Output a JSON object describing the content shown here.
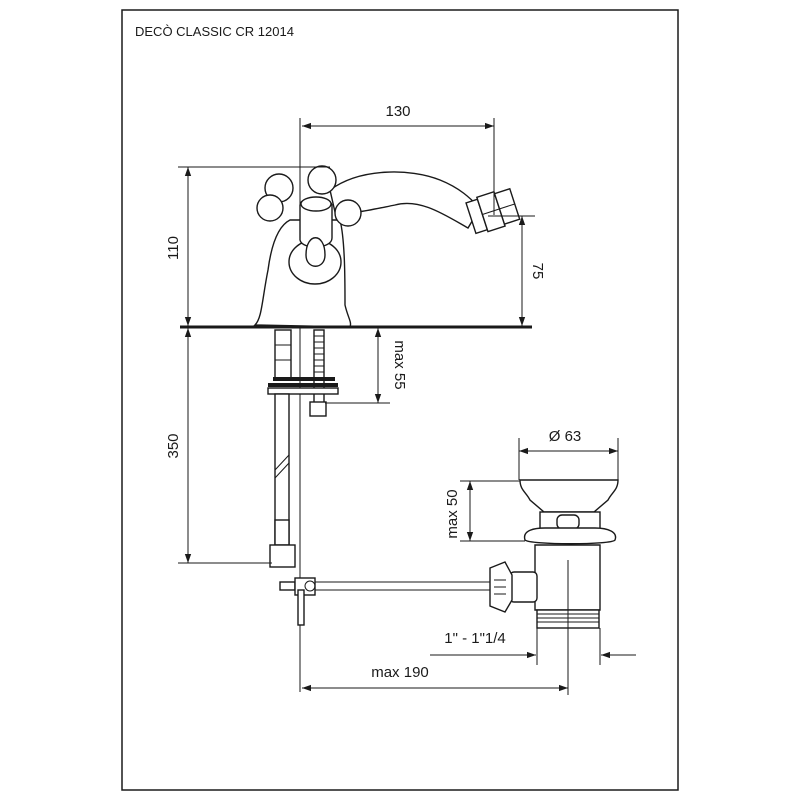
{
  "title": "DECÒ CLASSIC CR 12014",
  "dimensions": {
    "width_spout": "130",
    "height_total": "110",
    "spout_height": "75",
    "max_thickness": "max 55",
    "hose_length": "350",
    "drain_diameter": "Ø 63",
    "drain_max_height": "max 50",
    "thread": "1\" - 1\"1/4",
    "max_distance": "max 190"
  }
}
